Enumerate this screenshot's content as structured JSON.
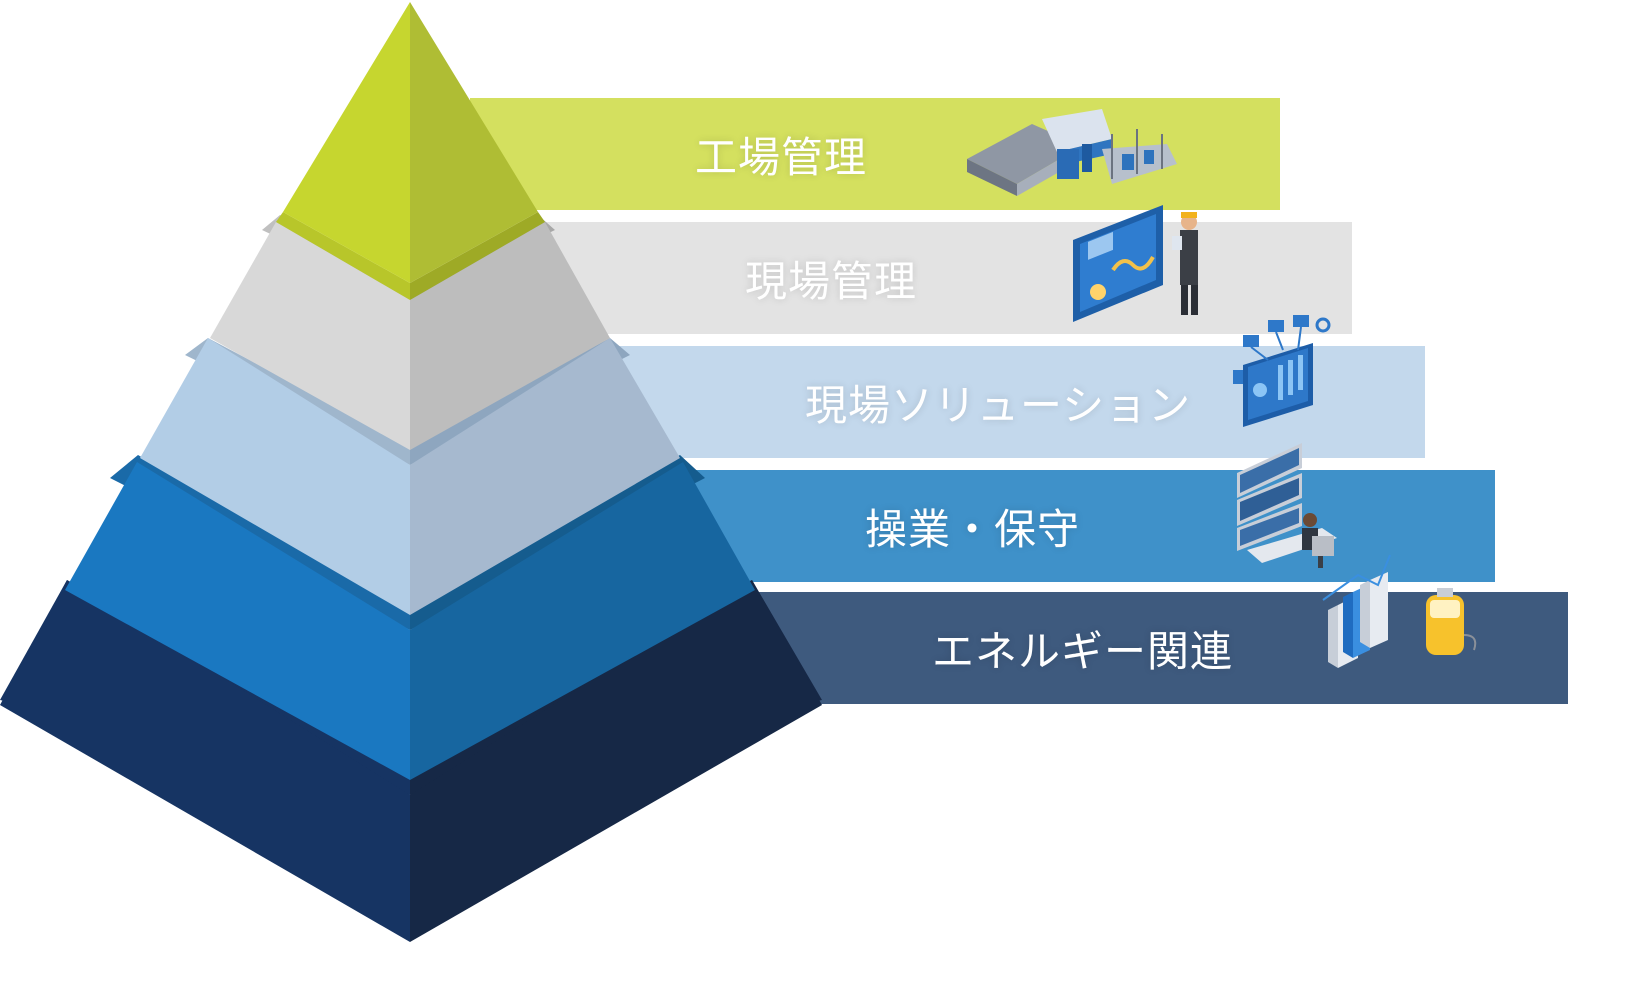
{
  "tiers": [
    {
      "label": "工場管理",
      "band_color": "#d4e05f",
      "left_face": "#c6d62f",
      "right_face": "#afbd34",
      "rim_left": "#b8c62a",
      "rim_right": "#9eaa26",
      "icon": "factory-icon"
    },
    {
      "label": "現場管理",
      "band_color": "#e3e3e3",
      "left_face": "#d8d8d8",
      "right_face": "#bdbdbd",
      "rim_left": "#c0c0c0",
      "rim_right": "#a8a8a8",
      "icon": "dashboard-worker-icon"
    },
    {
      "label": "現場ソリューション",
      "band_color": "#c3d8ec",
      "left_face": "#b2cde6",
      "right_face": "#a6b9cf",
      "rim_left": "#9fb6cc",
      "rim_right": "#8ea6bf",
      "icon": "network-chart-icon"
    },
    {
      "label": "操業・保守",
      "band_color": "#3f91c9",
      "left_face": "#1a78c1",
      "right_face": "#1766a0",
      "rim_left": "#1a6aa8",
      "rim_right": "#155c8e",
      "icon": "operator-console-icon"
    },
    {
      "label": "エネルギー関連",
      "band_color": "#3e5a7e",
      "left_face": "#163463",
      "right_face": "#162846",
      "rim_left": "#163463",
      "rim_right": "#162846",
      "icon": "energy-battery-icon"
    }
  ]
}
